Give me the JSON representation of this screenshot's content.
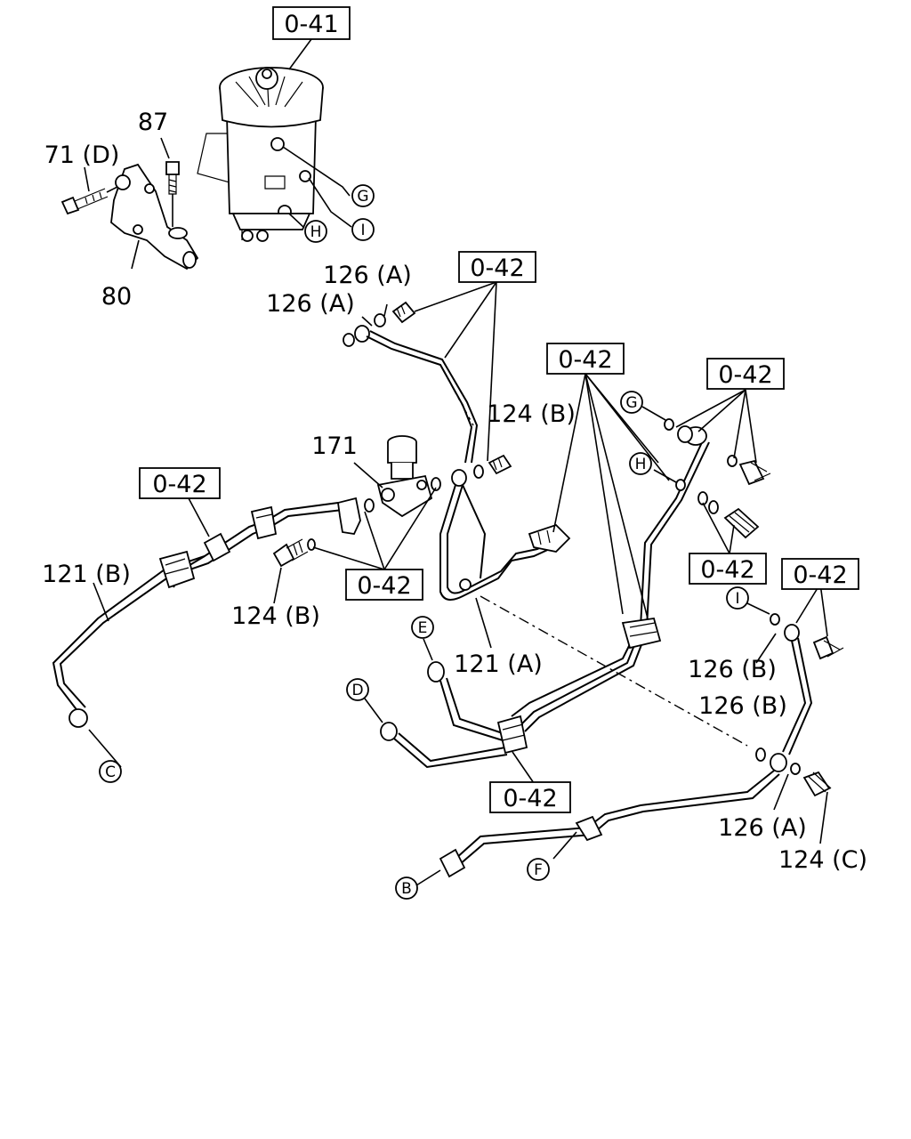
{
  "ref_boxes": [
    {
      "id": "b1",
      "text": "0-41"
    },
    {
      "id": "b2",
      "text": "0-42"
    },
    {
      "id": "b3",
      "text": "0-42"
    },
    {
      "id": "b4",
      "text": "0-42"
    },
    {
      "id": "b5",
      "text": "0-42"
    },
    {
      "id": "b6",
      "text": "0-42"
    },
    {
      "id": "b7",
      "text": "0-42"
    },
    {
      "id": "b8",
      "text": "0-42"
    },
    {
      "id": "b9",
      "text": "0-42"
    }
  ],
  "part_labels": [
    {
      "id": "p87",
      "text": "87"
    },
    {
      "id": "p71d",
      "text": "71 (D)"
    },
    {
      "id": "p80",
      "text": "80"
    },
    {
      "id": "p126a1",
      "text": "126 (A)"
    },
    {
      "id": "p126a2",
      "text": "126 (A)"
    },
    {
      "id": "p124b1",
      "text": "124 (B)"
    },
    {
      "id": "p171",
      "text": "171"
    },
    {
      "id": "p121b",
      "text": "121 (B)"
    },
    {
      "id": "p124b2",
      "text": "124 (B)"
    },
    {
      "id": "p121a",
      "text": "121 (A)"
    },
    {
      "id": "p126b1",
      "text": "126 (B)"
    },
    {
      "id": "p126b2",
      "text": "126 (B)"
    },
    {
      "id": "p126a3",
      "text": "126 (A)"
    },
    {
      "id": "p124c",
      "text": "124 (C)"
    }
  ],
  "connection_markers": [
    {
      "id": "cG1",
      "text": "G"
    },
    {
      "id": "cI1",
      "text": "I"
    },
    {
      "id": "cH1",
      "text": "H"
    },
    {
      "id": "cG2",
      "text": "G"
    },
    {
      "id": "cH2",
      "text": "H"
    },
    {
      "id": "cI2",
      "text": "I"
    },
    {
      "id": "cE",
      "text": "E"
    },
    {
      "id": "cD",
      "text": "D"
    },
    {
      "id": "cC",
      "text": "C"
    },
    {
      "id": "cF",
      "text": "F"
    },
    {
      "id": "cB",
      "text": "B"
    }
  ]
}
